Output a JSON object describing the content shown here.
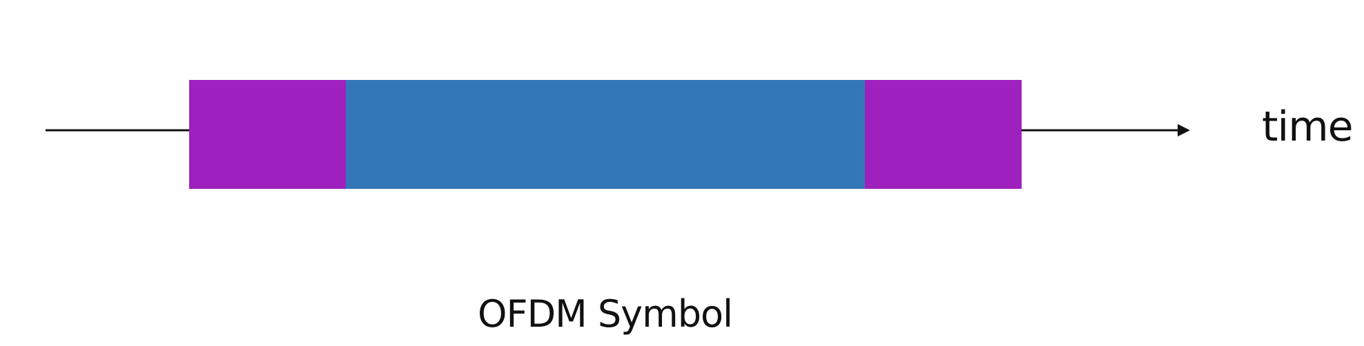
{
  "diagram": {
    "axis_label": "time",
    "caption": "OFDM Symbol",
    "segments": [
      {
        "name": "prefix-segment",
        "color": "#9e20bd"
      },
      {
        "name": "body-segment",
        "color": "#3477b8"
      },
      {
        "name": "suffix-segment",
        "color": "#9e20bd"
      }
    ],
    "line_color": "#111111"
  }
}
